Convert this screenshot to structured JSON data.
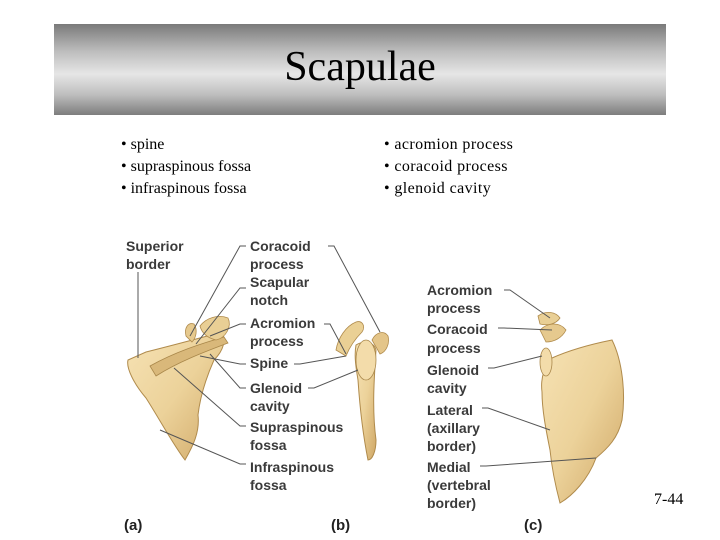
{
  "slide": {
    "title": "Scapulae",
    "bullets_left": [
      "spine",
      "supraspinous fossa",
      "infraspinous fossa"
    ],
    "bullets_right": [
      "acromion process",
      "coracoid process",
      "glenoid cavity"
    ],
    "page_number": "7-44"
  },
  "figure": {
    "panel_labels": [
      "(a)",
      "(b)",
      "(c)"
    ],
    "left_labels": {
      "superior_border": [
        "Superior",
        "border"
      ]
    },
    "middle_labels": {
      "coracoid_process": [
        "Coracoid",
        "process"
      ],
      "scapular_notch": [
        "Scapular",
        "notch"
      ],
      "acromion_process": [
        "Acromion",
        "process"
      ],
      "spine": [
        "Spine"
      ],
      "glenoid_cavity": [
        "Glenoid",
        "cavity"
      ],
      "supraspinous_fossa": [
        "Supraspinous",
        "fossa"
      ],
      "infraspinous_fossa": [
        "Infraspinous",
        "fossa"
      ]
    },
    "right_labels": {
      "acromion_process": [
        "Acromion",
        "process"
      ],
      "coracoid_process": [
        "Coracoid",
        "process"
      ],
      "glenoid_cavity": [
        "Glenoid",
        "cavity"
      ],
      "lateral_border": [
        "Lateral",
        "(axillary",
        "border)"
      ],
      "medial_border": [
        "Medial",
        "(vertebral",
        "border)"
      ]
    },
    "bone_color": "#ecd29a",
    "bone_shade": "#c9a565",
    "leader_color": "#555555"
  }
}
